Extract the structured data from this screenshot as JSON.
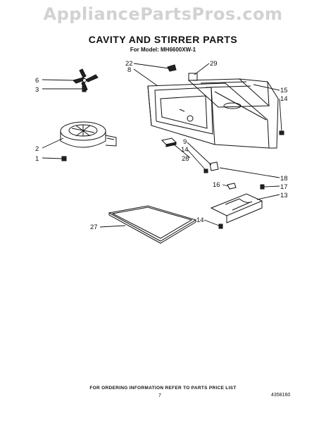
{
  "watermark": "AppliancePartsPros.com",
  "title": "CAVITY AND STIRRER PARTS",
  "model": "For Model: MH6600XW-1",
  "footer_note": "FOR ORDERING INFORMATION REFER TO PARTS PRICE LIST",
  "page_number": "7",
  "diagram_code": "4358160",
  "callouts": [
    "22",
    "8",
    "29",
    "15",
    "14",
    "6",
    "3",
    "2",
    "1",
    "9",
    "14",
    "28",
    "18",
    "16",
    "17",
    "13",
    "27",
    "14"
  ],
  "icons": [
    "stirrer-blade-icon",
    "stirrer-motor-icon",
    "cavity-assembly-icon",
    "tray-icon",
    "bracket-icon",
    "screw-icon"
  ]
}
